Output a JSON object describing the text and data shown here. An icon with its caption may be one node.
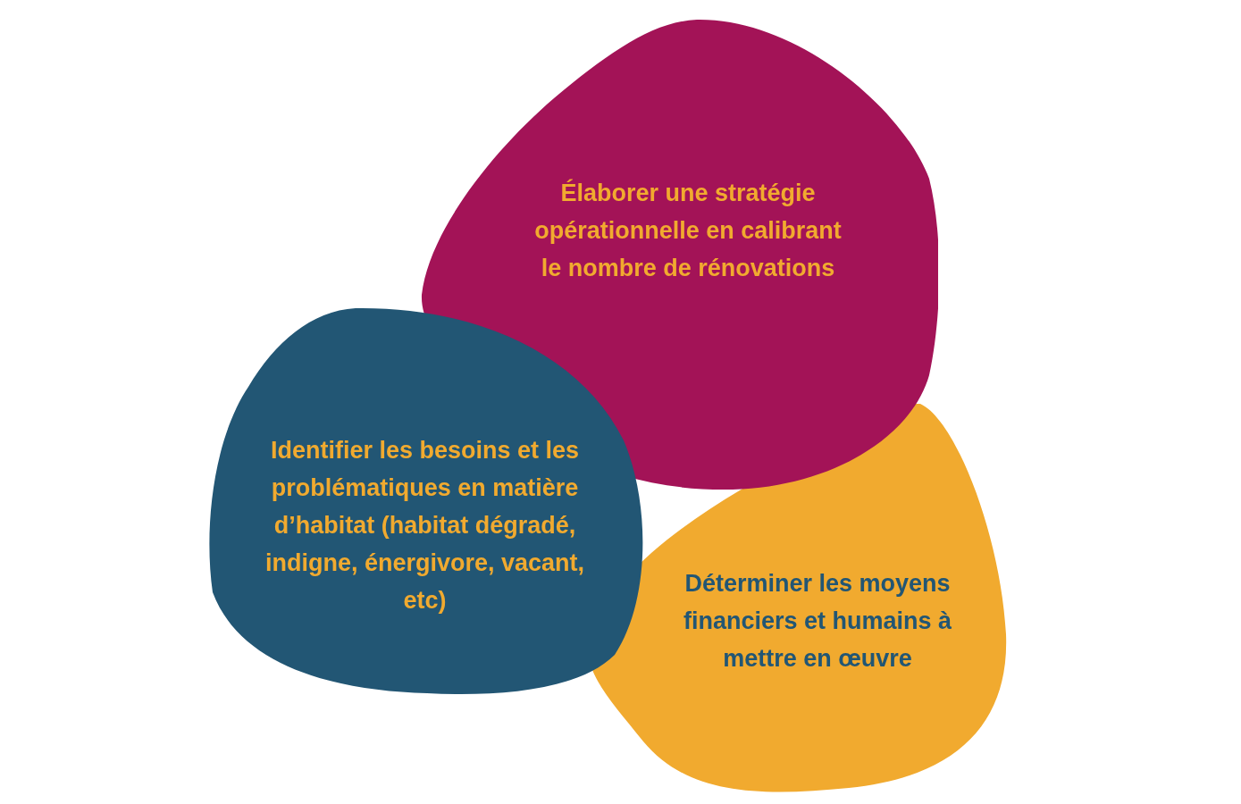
{
  "diagram": {
    "nodes": [
      {
        "text": [
          "Élaborer une stratégie opérationnelle en calibrant le nombre de rénovations"
        ]
      },
      {
        "text": [
          "Identifier les besoins et les problématiques en matière d’habitat (habitat dégradé, indigne, énergivore, vacant, etc)"
        ]
      },
      {
        "text": [
          "Déterminer les moyens financiers et humains à mettre en œuvre"
        ]
      }
    ]
  }
}
